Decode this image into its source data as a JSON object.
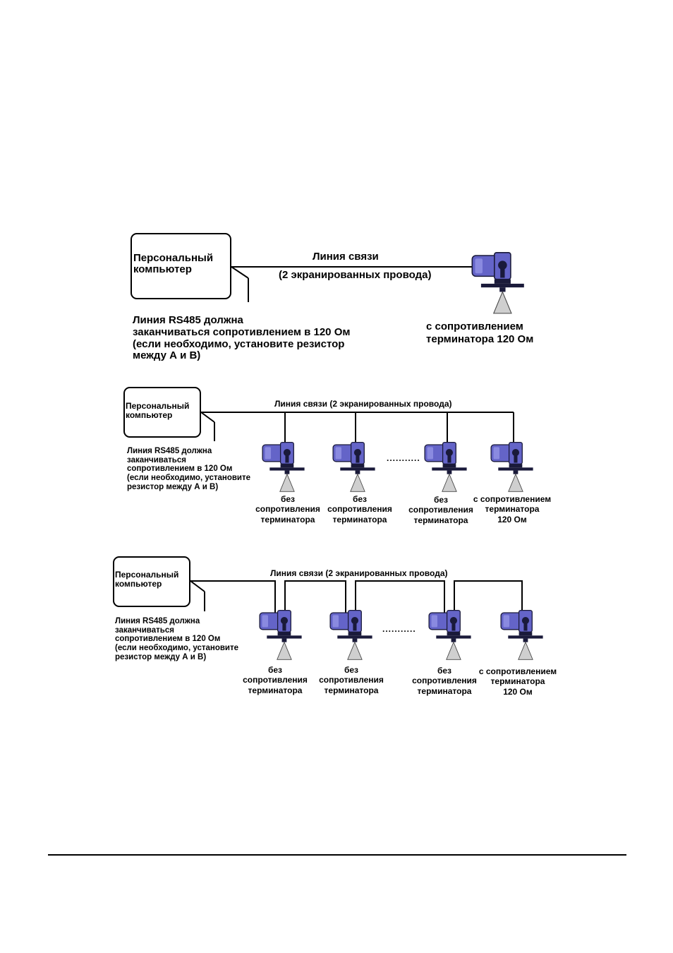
{
  "diagram1": {
    "pc_label": "Персональный\nкомпьютер",
    "line_title": "Линия связи",
    "line_subtitle": "(2 экранированных провода)",
    "note": "Линия RS485 должна\nзаканчиваться сопротивлением в 120 Ом\n(если необходимо, установите резистор\nмежду А и В)",
    "device_caption": "с сопротивлением\nтерминатора 120 Ом"
  },
  "diagram2": {
    "pc_label": "Персональный\nкомпьютер",
    "line_title": "Линия связи (2 экранированных провода)",
    "note": "Линия RS485 должна\nзаканчиваться\nсопротивлением в 120 Ом\n(если необходимо, установите\nрезистор  между А и В)",
    "dots": "...........",
    "captions": [
      "без\nсопротивления\nтерминатора",
      "без\nсопротивления\nтерминатора",
      "без\nсопротивления\nтерминатора",
      "с сопротивлением\nтерминатора\n120 Ом"
    ]
  },
  "diagram3": {
    "pc_label": "Персональный\nкомпьютер",
    "line_title": "Линия связи (2 экранированных провода)",
    "note": "Линия RS485 должна\nзаканчиваться\nсопротивлением в 120 Ом\n(если необходимо, установите\nрезистор  между А и В)",
    "dots": "...........",
    "captions": [
      "без\nсопротивления\nтерминатора",
      "без\nсопротивления\nтерминатора",
      "без\nсопротивления\nтерминатора",
      "с сопротивлением\nтерминатора\n120 Ом"
    ]
  },
  "colors": {
    "device_body": "#6464c8",
    "device_dark": "#1a1a3a",
    "cone": "#cfcfcf"
  }
}
